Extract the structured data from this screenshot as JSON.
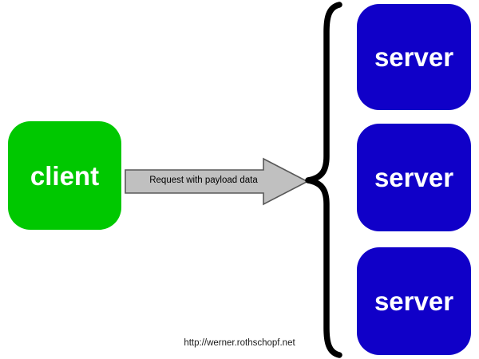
{
  "diagram": {
    "title": "client-server request diagram",
    "background_color": "#ffffff",
    "client": {
      "label": "client",
      "fill_color": "#00c800",
      "text_color": "#ffffff"
    },
    "arrow": {
      "label": "Request with payload data",
      "fill_color": "#c0c0c0",
      "stroke_color": "#595959",
      "direction": "right",
      "icon_name": "block-arrow-right-icon"
    },
    "brace": {
      "icon_name": "left-curly-brace-icon",
      "stroke_color": "#000000",
      "orientation": "points-left"
    },
    "servers": [
      {
        "label": "server",
        "fill_color": "#1000c8",
        "text_color": "#ffffff"
      },
      {
        "label": "server",
        "fill_color": "#1000c8",
        "text_color": "#ffffff"
      },
      {
        "label": "server",
        "fill_color": "#1000c8",
        "text_color": "#ffffff"
      }
    ],
    "footer": {
      "url": "http://werner.rothschopf.net"
    }
  }
}
